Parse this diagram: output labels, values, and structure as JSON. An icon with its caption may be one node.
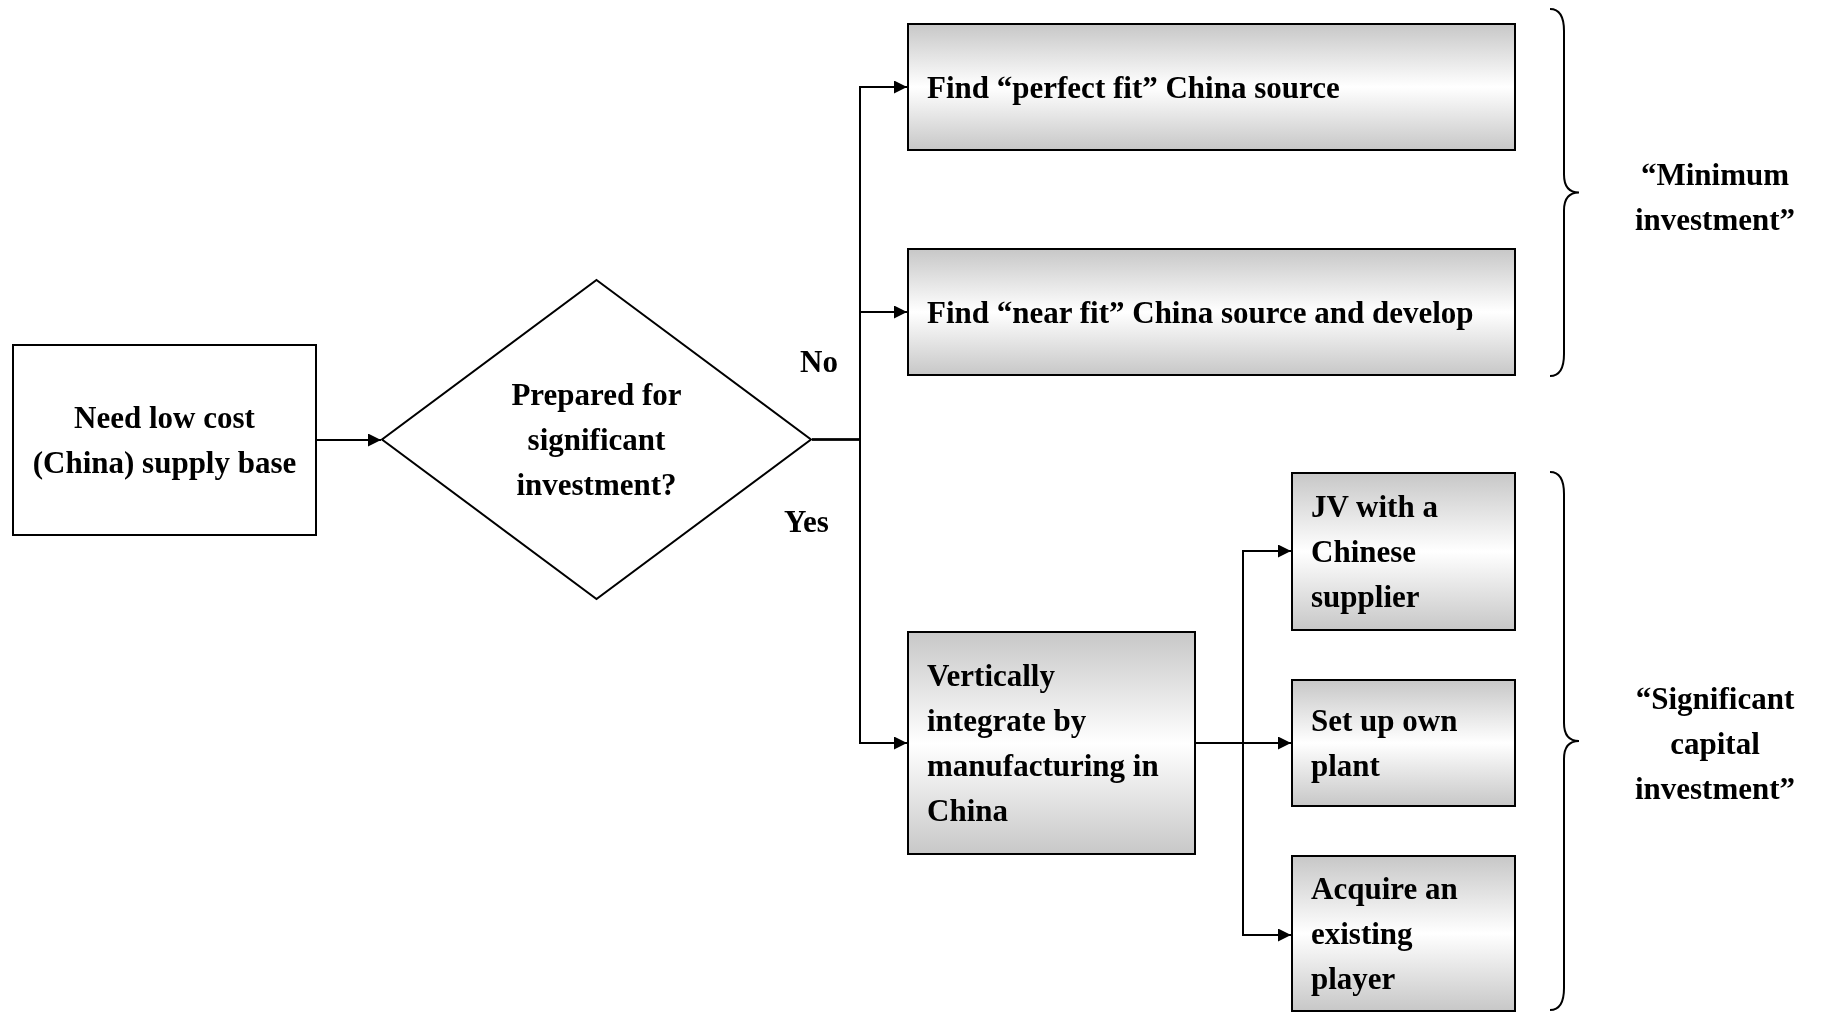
{
  "diagram": {
    "nodes": [
      {
        "text": [
          "Need low cost (China) supply base"
        ]
      },
      {
        "text": [
          "Prepared for significant investment?"
        ]
      },
      {
        "text": [
          "Find “perfect fit” China source"
        ]
      },
      {
        "text": [
          "Find “near fit” China source and develop"
        ]
      },
      {
        "text": [
          "Vertically integrate by manufacturing in China"
        ]
      },
      {
        "text": [
          "JV with a Chinese supplier"
        ]
      },
      {
        "text": [
          "Set up own plant"
        ]
      },
      {
        "text": [
          "Acquire an existing player"
        ]
      }
    ],
    "edges": [
      {
        "from": 0,
        "to": 1,
        "arrow": "to"
      },
      {
        "from": 1,
        "to": 2,
        "arrow": "to",
        "label": "No"
      },
      {
        "from": 1,
        "to": 3,
        "arrow": "to"
      },
      {
        "from": 1,
        "to": 4,
        "arrow": "to",
        "label": "Yes"
      },
      {
        "from": 4,
        "to": 5,
        "arrow": "to"
      },
      {
        "from": 4,
        "to": 6,
        "arrow": "to"
      },
      {
        "from": 4,
        "to": 7,
        "arrow": "to"
      }
    ],
    "labels": [
      "“Minimum investment”",
      "“Significant capital investment”"
    ]
  }
}
